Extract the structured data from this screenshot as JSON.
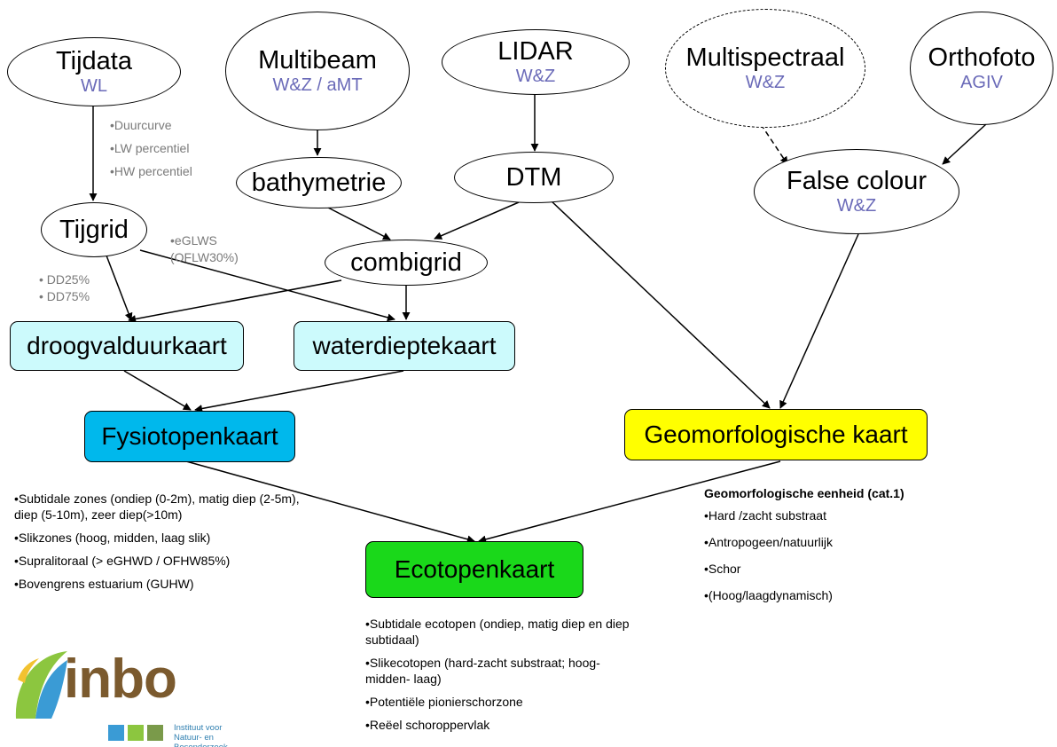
{
  "nodes": {
    "tijdata": {
      "title": "Tijdata",
      "sub": "WL"
    },
    "multibeam": {
      "title": "Multibeam",
      "sub": "W&Z / aMT"
    },
    "lidar": {
      "title": "LIDAR",
      "sub": "W&Z"
    },
    "multispectraal": {
      "title": "Multispectraal",
      "sub": "W&Z"
    },
    "orthofoto": {
      "title": "Orthofoto",
      "sub": "AGIV"
    },
    "bathymetrie": {
      "title": "bathymetrie"
    },
    "dtm": {
      "title": "DTM"
    },
    "false_colour": {
      "title": "False colour",
      "sub": "W&Z"
    },
    "tijgrid": {
      "title": "Tijgrid"
    },
    "combigrid": {
      "title": "combigrid"
    },
    "droogvalduurkaart": {
      "title": "droogvalduurkaart"
    },
    "waterdieptekaart": {
      "title": "waterdieptekaart"
    },
    "fysiotopenkaart": {
      "title": "Fysiotopenkaart"
    },
    "geomorfologische_kaart": {
      "title": "Geomorfologische kaart"
    },
    "ecotopenkaart": {
      "title": "Ecotopenkaart"
    }
  },
  "edge_labels": {
    "tijdata_tijgrid": [
      "•Duurcurve",
      "•LW percentiel",
      "•HW percentiel"
    ],
    "tijgrid_water": [
      "•eGLWS",
      "(OFLW30%)"
    ],
    "tijgrid_droog": [
      "• DD25%",
      "• DD75%"
    ]
  },
  "notes": {
    "fysiotopen": [
      "•Subtidale zones (ondiep (0-2m), matig diep (2-5m), diep (5-10m), zeer diep(>10m)",
      "•Slikzones (hoog, midden, laag slik)",
      "•Supralitoraal (> eGHWD / OFHW85%)",
      "•Bovengrens estuarium (GUHW)"
    ],
    "geomorfologie_heading": "Geomorfologische eenheid (cat.1)",
    "geomorfologie": [
      "•Hard /zacht substraat",
      "•Antropogeen/natuurlijk",
      "•Schor",
      "•(Hoog/laagdynamisch)"
    ],
    "ecotopen": [
      "•Subtidale ecotopen (ondiep, matig diep en diep subtidaal)",
      "•Slikecotopen (hard-zacht substraat; hoog- midden- laag)",
      "•Potentiële pionierschorzone",
      "•Reëel schoroppervlak"
    ]
  },
  "colors": {
    "light_box": "#ccfafc",
    "fysiotopen": "#00b8ec",
    "geomorfologie": "#ffff00",
    "ecotopen": "#1ad81a",
    "source_text": "#6a6ab8"
  },
  "logo": {
    "text": "inbo",
    "subtitle_line1": "Instituut voor",
    "subtitle_line2": "Natuur- en Bosonderzoek"
  }
}
